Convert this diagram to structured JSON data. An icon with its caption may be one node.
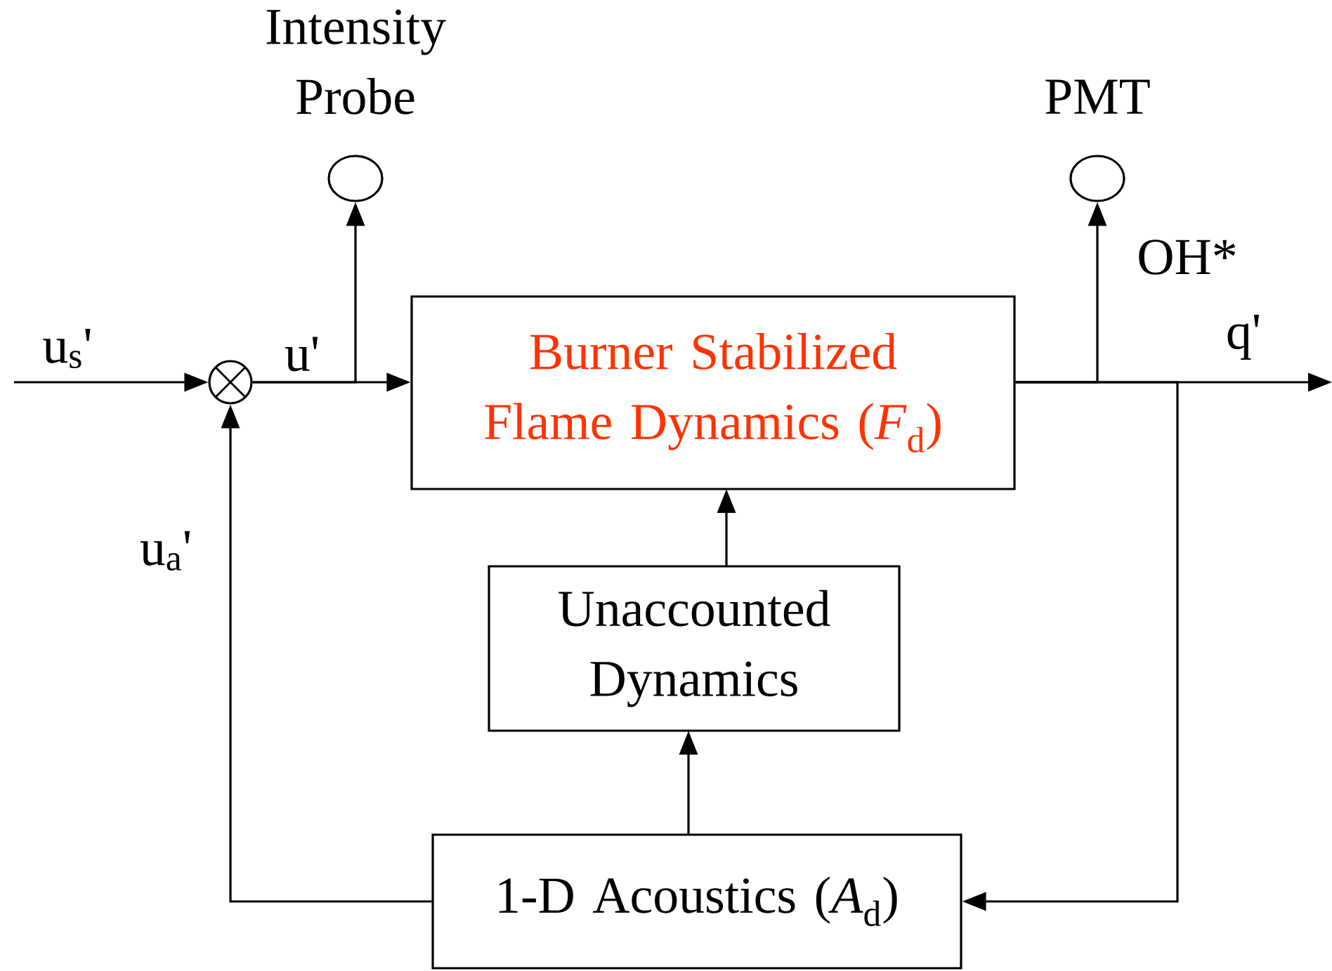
{
  "diagram": {
    "nodes": [
      {
        "text": [],
        "shape": "circle"
      },
      {
        "text": [
          "Intensity Probe"
        ]
      },
      {
        "text": [
          "PMT"
        ]
      },
      {
        "text": [
          "Burner Stabilized Flame Dynamics (*F*$_{d}$)"
        ]
      },
      {
        "text": [
          "Unaccounted Dynamics"
        ]
      },
      {
        "text": [
          "1-D Acoustics (*A*$_{d}$)"
        ]
      }
    ],
    "edges": [
      {
        "from": null,
        "to": 0,
        "arrow": "to",
        "label": "u$_{s}$'"
      },
      {
        "from": 0,
        "to": 1,
        "arrow": "to"
      },
      {
        "from": 0,
        "to": 3,
        "arrow": "to",
        "label": "u'"
      },
      {
        "from": 3,
        "to": 2,
        "arrow": "to",
        "label": "OH*"
      },
      {
        "from": 3,
        "to": null,
        "arrow": "to",
        "label": "q'"
      },
      {
        "from": 3,
        "to": 5,
        "arrow": "to"
      },
      {
        "from": 5,
        "to": 4,
        "arrow": "to"
      },
      {
        "from": 4,
        "to": 3,
        "arrow": "to"
      },
      {
        "from": 5,
        "to": 0,
        "arrow": "to",
        "label": "u$_{a}$'"
      }
    ]
  }
}
